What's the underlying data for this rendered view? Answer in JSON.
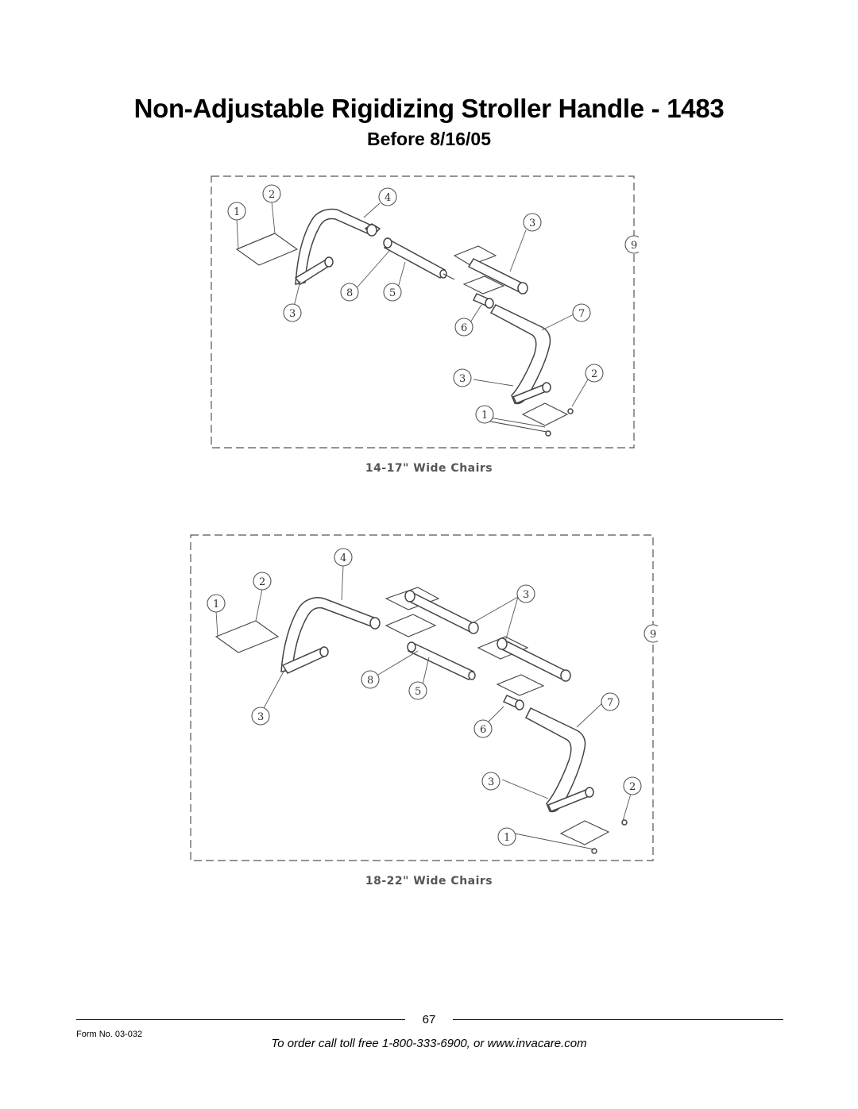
{
  "header": {
    "title": "Non-Adjustable Rigidizing Stroller Handle - 1483",
    "subtitle": "Before 8/16/05"
  },
  "diagrams": [
    {
      "caption": "14-17\" Wide Chairs",
      "callouts": [
        "1",
        "2",
        "4",
        "3",
        "9",
        "8",
        "5",
        "3",
        "7",
        "6",
        "3",
        "2",
        "1"
      ]
    },
    {
      "caption": "18-22\" Wide Chairs",
      "callouts": [
        "4",
        "2",
        "1",
        "3",
        "9",
        "8",
        "5",
        "3",
        "7",
        "6",
        "3",
        "2",
        "1"
      ]
    }
  ],
  "footer": {
    "page_number": "67",
    "form_number": "Form No. 03-032",
    "order_text": "To order call toll free 1-800-333-6900, or www.invacare.com"
  }
}
